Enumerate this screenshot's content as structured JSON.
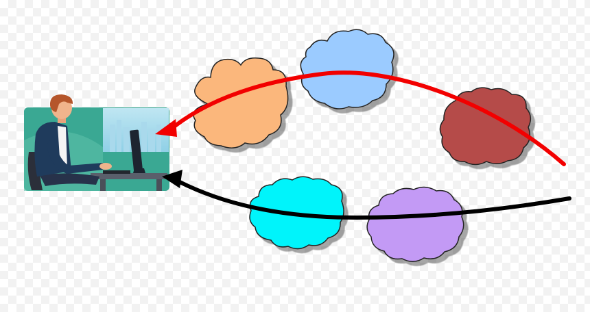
{
  "workstation": {
    "icon": "person-at-computer-icon"
  },
  "clouds": [
    {
      "name": "orange-cloud",
      "color": "#FBB77C"
    },
    {
      "name": "blue-cloud",
      "color": "#9BCBFF"
    },
    {
      "name": "red-cloud",
      "color": "#B54C48"
    },
    {
      "name": "cyan-cloud",
      "color": "#00F4FB"
    },
    {
      "name": "purple-cloud",
      "color": "#C39AF5"
    }
  ],
  "arrows": [
    {
      "name": "red-arrow",
      "color": "#F20000"
    },
    {
      "name": "black-arrow",
      "color": "#000000"
    }
  ]
}
